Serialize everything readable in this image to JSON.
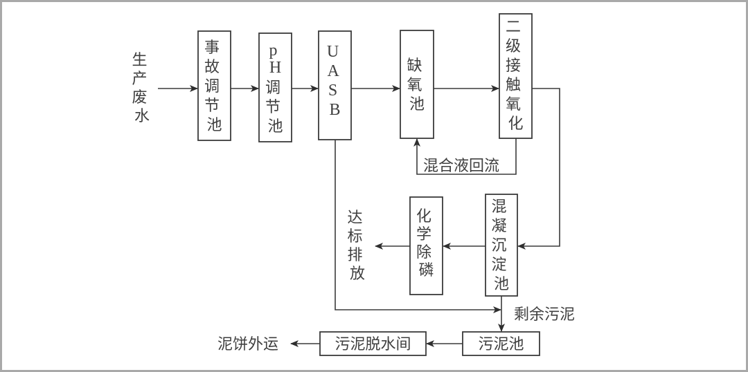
{
  "diagram": {
    "title": "",
    "nodes": [
      {
        "id": "input",
        "label": "生产废水",
        "kind": "text"
      },
      {
        "id": "accident_tank",
        "label": "事故调节池",
        "kind": "box"
      },
      {
        "id": "ph_tank",
        "label": "pH调节池",
        "kind": "box"
      },
      {
        "id": "uasb",
        "label": "UASB",
        "kind": "box"
      },
      {
        "id": "anoxic_tank",
        "label": "缺氧池",
        "kind": "box"
      },
      {
        "id": "contact_oxidation",
        "label": "二级接触氧化",
        "kind": "box"
      },
      {
        "id": "coagulation_sedimentation",
        "label": "混凝沉淀池",
        "kind": "box"
      },
      {
        "id": "chemical_p_removal",
        "label": "化学除磷",
        "kind": "box"
      },
      {
        "id": "discharge",
        "label": "达标排放",
        "kind": "text"
      },
      {
        "id": "sludge_tank",
        "label": "污泥池",
        "kind": "box"
      },
      {
        "id": "dewatering",
        "label": "污泥脱水间",
        "kind": "box"
      },
      {
        "id": "cake_out",
        "label": "泥饼外运",
        "kind": "text"
      }
    ],
    "edge_labels": {
      "recycle": "混合液回流",
      "excess_sludge": "剩余污泥"
    },
    "edges": [
      {
        "from": "input",
        "to": "accident_tank"
      },
      {
        "from": "accident_tank",
        "to": "ph_tank"
      },
      {
        "from": "ph_tank",
        "to": "uasb"
      },
      {
        "from": "uasb",
        "to": "anoxic_tank"
      },
      {
        "from": "anoxic_tank",
        "to": "contact_oxidation"
      },
      {
        "from": "contact_oxidation",
        "to": "anoxic_tank",
        "label": "混合液回流"
      },
      {
        "from": "contact_oxidation",
        "to": "coagulation_sedimentation"
      },
      {
        "from": "coagulation_sedimentation",
        "to": "chemical_p_removal"
      },
      {
        "from": "chemical_p_removal",
        "to": "discharge"
      },
      {
        "from": "uasb",
        "to": "sludge_tank",
        "label": "剩余污泥"
      },
      {
        "from": "coagulation_sedimentation",
        "to": "sludge_tank",
        "label": "剩余污泥"
      },
      {
        "from": "sludge_tank",
        "to": "dewatering"
      },
      {
        "from": "dewatering",
        "to": "cake_out"
      }
    ]
  },
  "labels": {
    "input": [
      "生",
      "产",
      "废",
      "水"
    ],
    "accident_tank": [
      "事",
      "故",
      "调",
      "节",
      "池"
    ],
    "ph_tank": [
      "p",
      "H",
      "调",
      "节",
      "池"
    ],
    "uasb": [
      "U",
      "A",
      "S",
      "B"
    ],
    "anoxic_tank": [
      "缺",
      "氧",
      "池"
    ],
    "contact_oxidation": [
      "二",
      "级",
      "接",
      "触",
      "氧",
      "化"
    ],
    "coagulation_sedimentation": [
      "混",
      "凝",
      "沉",
      "淀",
      "池"
    ],
    "chemical_p_removal": [
      "化",
      "学",
      "除",
      "磷"
    ],
    "discharge": [
      "达",
      "标",
      "排",
      "放"
    ],
    "recycle": "混合液回流",
    "excess_sludge": "剩余污泥",
    "sludge_tank": "污泥池",
    "dewatering": "污泥脱水间",
    "cake_out": "泥饼外运"
  }
}
